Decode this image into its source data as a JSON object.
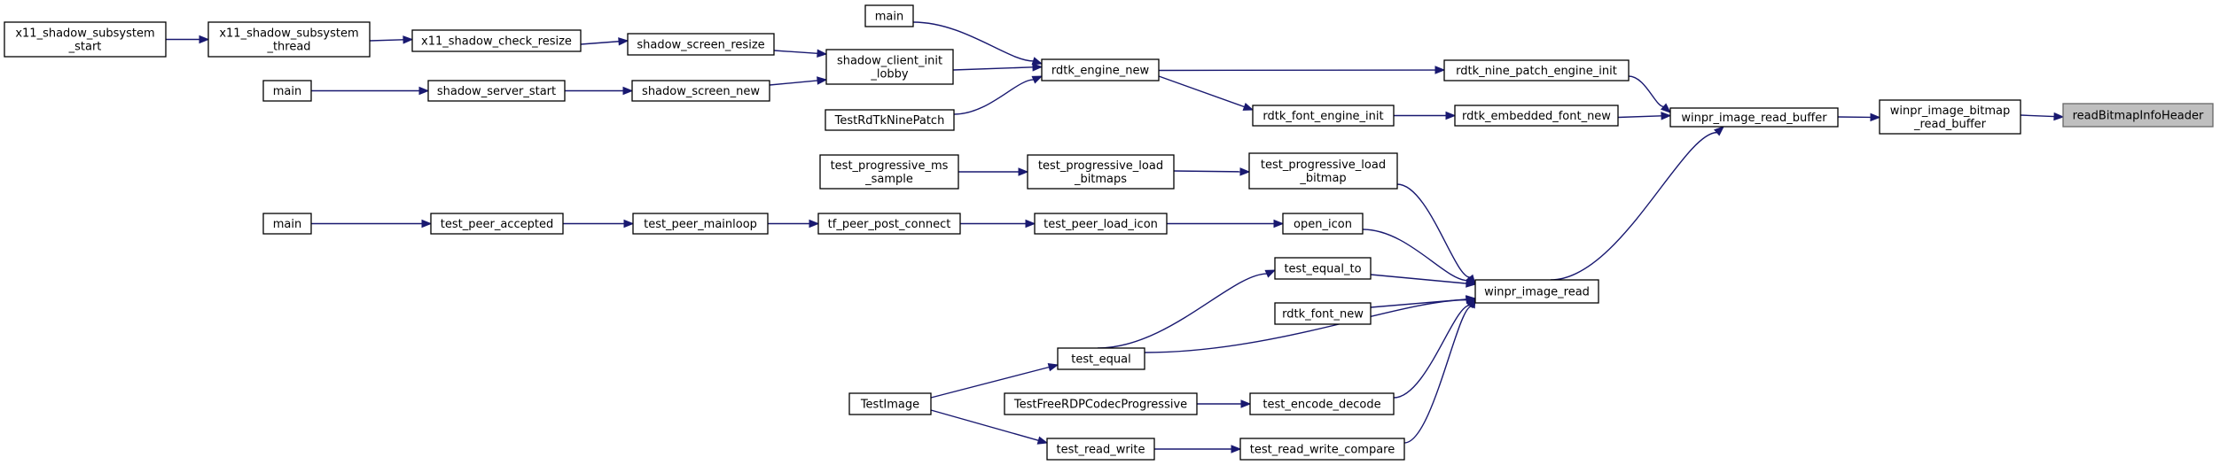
{
  "graph": {
    "title": "",
    "colors": {
      "edge": "#191970",
      "node_border": "#000000",
      "node_fill": "#ffffff",
      "highlight_fill": "#bfbfbf"
    },
    "nodes": [
      {
        "id": "readBitmapInfoHeader",
        "lines": [
          "readBitmapInfoHeader"
        ],
        "highlight": true
      },
      {
        "id": "winpr_image_bitmap_read_buffer",
        "lines": [
          "winpr_image_bitmap",
          "_read_buffer"
        ]
      },
      {
        "id": "winpr_image_read_buffer",
        "lines": [
          "winpr_image_read_buffer"
        ]
      },
      {
        "id": "rdtk_nine_patch_engine_init",
        "lines": [
          "rdtk_nine_patch_engine_init"
        ]
      },
      {
        "id": "rdtk_embedded_font_new",
        "lines": [
          "rdtk_embedded_font_new"
        ]
      },
      {
        "id": "winpr_image_read",
        "lines": [
          "winpr_image_read"
        ]
      },
      {
        "id": "rdtk_engine_new",
        "lines": [
          "rdtk_engine_new"
        ]
      },
      {
        "id": "rdtk_font_engine_init",
        "lines": [
          "rdtk_font_engine_init"
        ]
      },
      {
        "id": "main_1",
        "lines": [
          "main"
        ]
      },
      {
        "id": "shadow_client_init_lobby",
        "lines": [
          "shadow_client_init",
          "_lobby"
        ]
      },
      {
        "id": "TestRdTkNinePatch",
        "lines": [
          "TestRdTkNinePatch"
        ]
      },
      {
        "id": "shadow_screen_resize",
        "lines": [
          "shadow_screen_resize"
        ]
      },
      {
        "id": "shadow_screen_new",
        "lines": [
          "shadow_screen_new"
        ]
      },
      {
        "id": "x11_shadow_check_resize",
        "lines": [
          "x11_shadow_check_resize"
        ]
      },
      {
        "id": "x11_shadow_subsystem_thread",
        "lines": [
          "x11_shadow_subsystem",
          "_thread"
        ]
      },
      {
        "id": "x11_shadow_subsystem_start",
        "lines": [
          "x11_shadow_subsystem",
          "_start"
        ]
      },
      {
        "id": "shadow_server_start",
        "lines": [
          "shadow_server_start"
        ]
      },
      {
        "id": "main_2",
        "lines": [
          "main"
        ]
      },
      {
        "id": "test_progressive_load_bitmap",
        "lines": [
          "test_progressive_load",
          "_bitmap"
        ]
      },
      {
        "id": "test_progressive_load_bitmaps",
        "lines": [
          "test_progressive_load",
          "_bitmaps"
        ]
      },
      {
        "id": "test_progressive_ms_sample",
        "lines": [
          "test_progressive_ms",
          "_sample"
        ]
      },
      {
        "id": "open_icon",
        "lines": [
          "open_icon"
        ]
      },
      {
        "id": "test_peer_load_icon",
        "lines": [
          "test_peer_load_icon"
        ]
      },
      {
        "id": "tf_peer_post_connect",
        "lines": [
          "tf_peer_post_connect"
        ]
      },
      {
        "id": "test_peer_mainloop",
        "lines": [
          "test_peer_mainloop"
        ]
      },
      {
        "id": "test_peer_accepted",
        "lines": [
          "test_peer_accepted"
        ]
      },
      {
        "id": "main_3",
        "lines": [
          "main"
        ]
      },
      {
        "id": "test_equal_to",
        "lines": [
          "test_equal_to"
        ]
      },
      {
        "id": "rdtk_font_new",
        "lines": [
          "rdtk_font_new"
        ]
      },
      {
        "id": "test_equal",
        "lines": [
          "test_equal"
        ]
      },
      {
        "id": "TestImage",
        "lines": [
          "TestImage"
        ]
      },
      {
        "id": "test_encode_decode",
        "lines": [
          "test_encode_decode"
        ]
      },
      {
        "id": "TestFreeRDPCodecProgressive",
        "lines": [
          "TestFreeRDPCodecProgressive"
        ]
      },
      {
        "id": "test_read_write_compare",
        "lines": [
          "test_read_write_compare"
        ]
      },
      {
        "id": "test_read_write",
        "lines": [
          "test_read_write"
        ]
      }
    ],
    "edges": [
      {
        "from": "winpr_image_bitmap_read_buffer",
        "to": "readBitmapInfoHeader"
      },
      {
        "from": "winpr_image_read_buffer",
        "to": "winpr_image_bitmap_read_buffer"
      },
      {
        "from": "rdtk_nine_patch_engine_init",
        "to": "winpr_image_read_buffer"
      },
      {
        "from": "rdtk_embedded_font_new",
        "to": "winpr_image_read_buffer"
      },
      {
        "from": "winpr_image_read",
        "to": "winpr_image_read_buffer"
      },
      {
        "from": "rdtk_engine_new",
        "to": "rdtk_nine_patch_engine_init"
      },
      {
        "from": "rdtk_font_engine_init",
        "to": "rdtk_embedded_font_new"
      },
      {
        "from": "rdtk_engine_new",
        "to": "rdtk_font_engine_init"
      },
      {
        "from": "main_1",
        "to": "rdtk_engine_new"
      },
      {
        "from": "shadow_client_init_lobby",
        "to": "rdtk_engine_new"
      },
      {
        "from": "TestRdTkNinePatch",
        "to": "rdtk_engine_new"
      },
      {
        "from": "shadow_screen_resize",
        "to": "shadow_client_init_lobby"
      },
      {
        "from": "shadow_screen_new",
        "to": "shadow_client_init_lobby"
      },
      {
        "from": "x11_shadow_check_resize",
        "to": "shadow_screen_resize"
      },
      {
        "from": "x11_shadow_subsystem_thread",
        "to": "x11_shadow_check_resize"
      },
      {
        "from": "x11_shadow_subsystem_start",
        "to": "x11_shadow_subsystem_thread"
      },
      {
        "from": "shadow_server_start",
        "to": "shadow_screen_new"
      },
      {
        "from": "main_2",
        "to": "shadow_server_start"
      },
      {
        "from": "test_progressive_load_bitmap",
        "to": "winpr_image_read"
      },
      {
        "from": "test_progressive_load_bitmaps",
        "to": "test_progressive_load_bitmap"
      },
      {
        "from": "test_progressive_ms_sample",
        "to": "test_progressive_load_bitmaps"
      },
      {
        "from": "open_icon",
        "to": "winpr_image_read"
      },
      {
        "from": "test_peer_load_icon",
        "to": "open_icon"
      },
      {
        "from": "tf_peer_post_connect",
        "to": "test_peer_load_icon"
      },
      {
        "from": "test_peer_mainloop",
        "to": "tf_peer_post_connect"
      },
      {
        "from": "test_peer_accepted",
        "to": "test_peer_mainloop"
      },
      {
        "from": "main_3",
        "to": "test_peer_accepted"
      },
      {
        "from": "test_equal_to",
        "to": "winpr_image_read"
      },
      {
        "from": "rdtk_font_new",
        "to": "winpr_image_read"
      },
      {
        "from": "test_equal",
        "to": "winpr_image_read"
      },
      {
        "from": "test_equal",
        "to": "test_equal_to"
      },
      {
        "from": "TestImage",
        "to": "test_equal"
      },
      {
        "from": "TestImage",
        "to": "test_read_write"
      },
      {
        "from": "test_encode_decode",
        "to": "winpr_image_read"
      },
      {
        "from": "TestFreeRDPCodecProgressive",
        "to": "test_encode_decode"
      },
      {
        "from": "test_read_write_compare",
        "to": "winpr_image_read"
      },
      {
        "from": "test_read_write",
        "to": "test_read_write_compare"
      }
    ]
  }
}
